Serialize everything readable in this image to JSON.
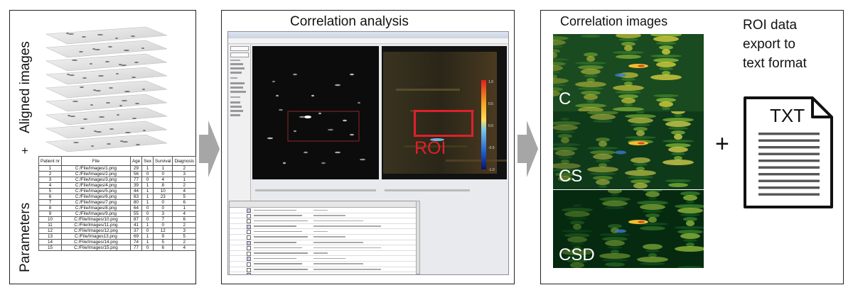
{
  "left_panel": {
    "aligned_label": "Aligned images",
    "plus_label": "+",
    "params_label": "Parameters",
    "table": {
      "headers": [
        "Patient nr",
        "File",
        "Age",
        "Sex",
        "Survival",
        "Diagnosis"
      ],
      "rows": [
        [
          "1",
          "C:/File/Images/1.png",
          "29",
          "1",
          "1",
          "2"
        ],
        [
          "2",
          "C:/File/Images/2.png",
          "56",
          "0",
          "0",
          "3"
        ],
        [
          "3",
          "C:/File/Images/3.png",
          "77",
          "0",
          "4",
          "1"
        ],
        [
          "4",
          "C:/File/Images/4.png",
          "39",
          "1",
          "8",
          "2"
        ],
        [
          "5",
          "C:/File/Images/5.png",
          "44",
          "1",
          "10",
          "4"
        ],
        [
          "6",
          "C:/File/Images/6.png",
          "83",
          "1",
          "23",
          "5"
        ],
        [
          "7",
          "C:/File/Images/7.png",
          "80",
          "1",
          "0",
          "6"
        ],
        [
          "8",
          "C:/File/Images/8.png",
          "64",
          "0",
          "0",
          "1"
        ],
        [
          "9",
          "C:/File/Images/9.png",
          "55",
          "0",
          "3",
          "4"
        ],
        [
          "10",
          "C:/File/Images/10.png",
          "87",
          "0",
          "7",
          "6"
        ],
        [
          "11",
          "C:/File/Images/11.png",
          "41",
          "1",
          "0",
          "2"
        ],
        [
          "12",
          "C:/File/Images/12.png",
          "37",
          "0",
          "12",
          "3"
        ],
        [
          "13",
          "C:/File/Images13.png",
          "69",
          "1",
          "9",
          "5"
        ],
        [
          "14",
          "C:/File/Images/14.png",
          "74",
          "1",
          "5",
          "2"
        ],
        [
          "15",
          "C:/File/Images/15.png",
          "77",
          "0",
          "6",
          "4"
        ]
      ]
    }
  },
  "middle_panel": {
    "title": "Correlation analysis",
    "roi_label": "ROI",
    "colorbar_ticks": [
      "1.0",
      "0.5",
      "0.0",
      "-0.5",
      "-1.0"
    ]
  },
  "right_panel": {
    "title": "Correlation images",
    "images": [
      {
        "label": "C"
      },
      {
        "label": "CS"
      },
      {
        "label": "CSD"
      }
    ],
    "export_label_lines": [
      "ROI data",
      "export to",
      "text format"
    ],
    "plus_label": "+",
    "doc_label": "TXT"
  },
  "colors": {
    "roi_red": "#e0202a",
    "arrow_gray": "#a6a6a6",
    "panel_border": "#222222"
  }
}
